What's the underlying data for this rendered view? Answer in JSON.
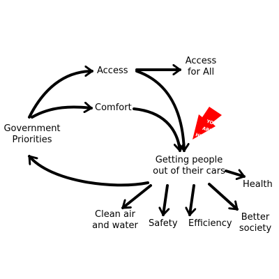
{
  "nodes": {
    "access": "Access",
    "access_for_all": "Access\nfor All",
    "comfort": "Comfort",
    "government_priorities": "Government\nPriorities",
    "getting_people": "Getting people\nout of their cars",
    "health": "Health",
    "clean_air": "Clean air\nand water",
    "safety": "Safety",
    "efficiency": "Efficiency",
    "better_society": "Better\nsociety"
  },
  "you_are_here": {
    "line1": "YOU",
    "line2": "ARE",
    "line3": "HERE",
    "color": "#ff0000"
  },
  "colors": {
    "arrow": "#000000",
    "marker": "#ff0000"
  }
}
